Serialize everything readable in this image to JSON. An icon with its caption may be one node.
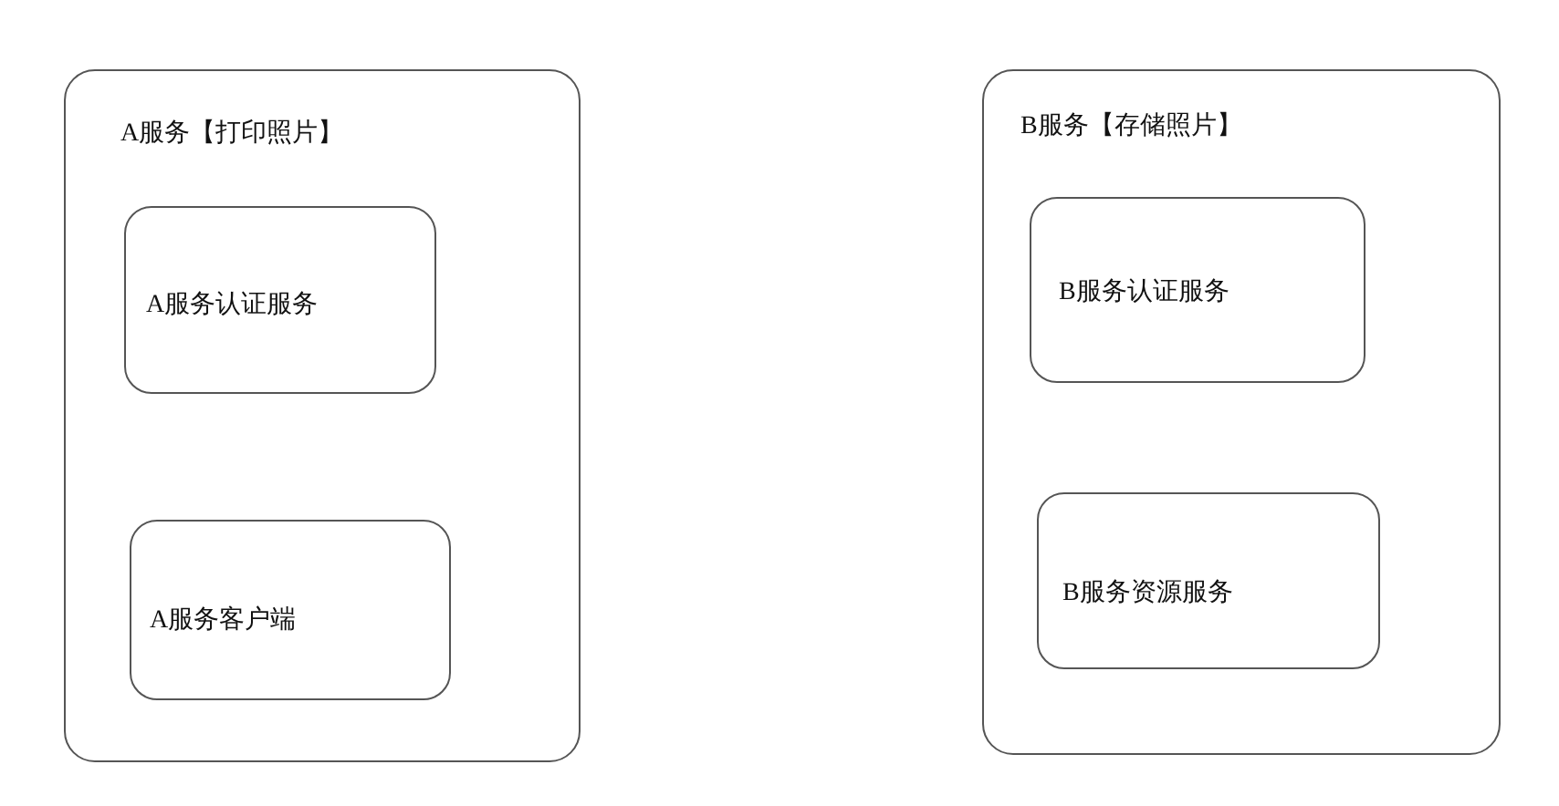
{
  "diagram": {
    "nodes": [
      {
        "text": [
          "A服务【打印照片】"
        ]
      },
      {
        "text": [
          "A服务认证服务"
        ],
        "in": 0
      },
      {
        "text": [
          "A服务客户端"
        ],
        "in": 0
      },
      {
        "text": [
          "B服务【存储照片】"
        ]
      },
      {
        "text": [
          "B服务认证服务"
        ],
        "in": 3
      },
      {
        "text": [
          "B服务资源服务"
        ],
        "in": 3
      }
    ]
  }
}
